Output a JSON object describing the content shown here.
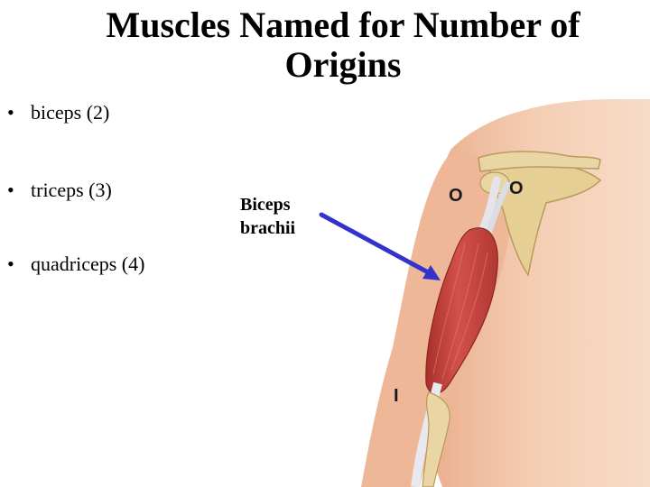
{
  "slide": {
    "title": "Muscles Named for Number of Origins",
    "bullets": [
      "biceps (2)",
      "triceps (3)",
      "quadriceps (4)"
    ],
    "bullet_glyph": "•"
  },
  "figure": {
    "caption_line1": "Biceps",
    "caption_line2": "brachii",
    "origin_marker_left": "O",
    "origin_marker_right": "O",
    "insertion_marker": "I",
    "arrow_color": "#3333cc",
    "skin_color": "#f1c3a6",
    "muscle_color": "#c9413a",
    "bone_color": "#e6cf95"
  }
}
